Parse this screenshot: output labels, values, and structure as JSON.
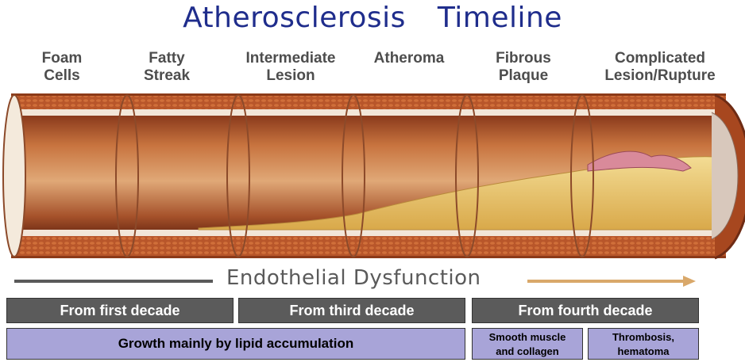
{
  "title": "Atherosclerosis Timeline",
  "stages": [
    {
      "line1": "Foam",
      "line2": "Cells"
    },
    {
      "line1": "Fatty",
      "line2": "Streak"
    },
    {
      "line1": "Intermediate",
      "line2": "Lesion"
    },
    {
      "line1": "",
      "line2": "Atheroma"
    },
    {
      "line1": "Fibrous",
      "line2": "Plaque"
    },
    {
      "line1": "Complicated",
      "line2": "Lesion/Rupture"
    }
  ],
  "process": "Endothelial Dysfunction",
  "decades": {
    "first": "From first decade",
    "third": "From third decade",
    "fourth": "From fourth decade"
  },
  "mechanisms": {
    "lipid": "Growth mainly by lipid accumulation",
    "smooth_muscle": {
      "line1": "Smooth muscle",
      "line2": "and collagen"
    },
    "thrombosis": {
      "line1": "Thrombosis,",
      "line2": "hematoma"
    }
  },
  "colors": {
    "title": "#1f2d8c",
    "vessel_wall": "#b8562a",
    "lumen": "#c8743f",
    "plaque": "#e6c266",
    "arrow_gray": "#5a5a5a",
    "arrow_tan": "#d9a86a",
    "decade_bar": "#5b5b5b",
    "mechanism_bar": "#a8a4d8"
  }
}
